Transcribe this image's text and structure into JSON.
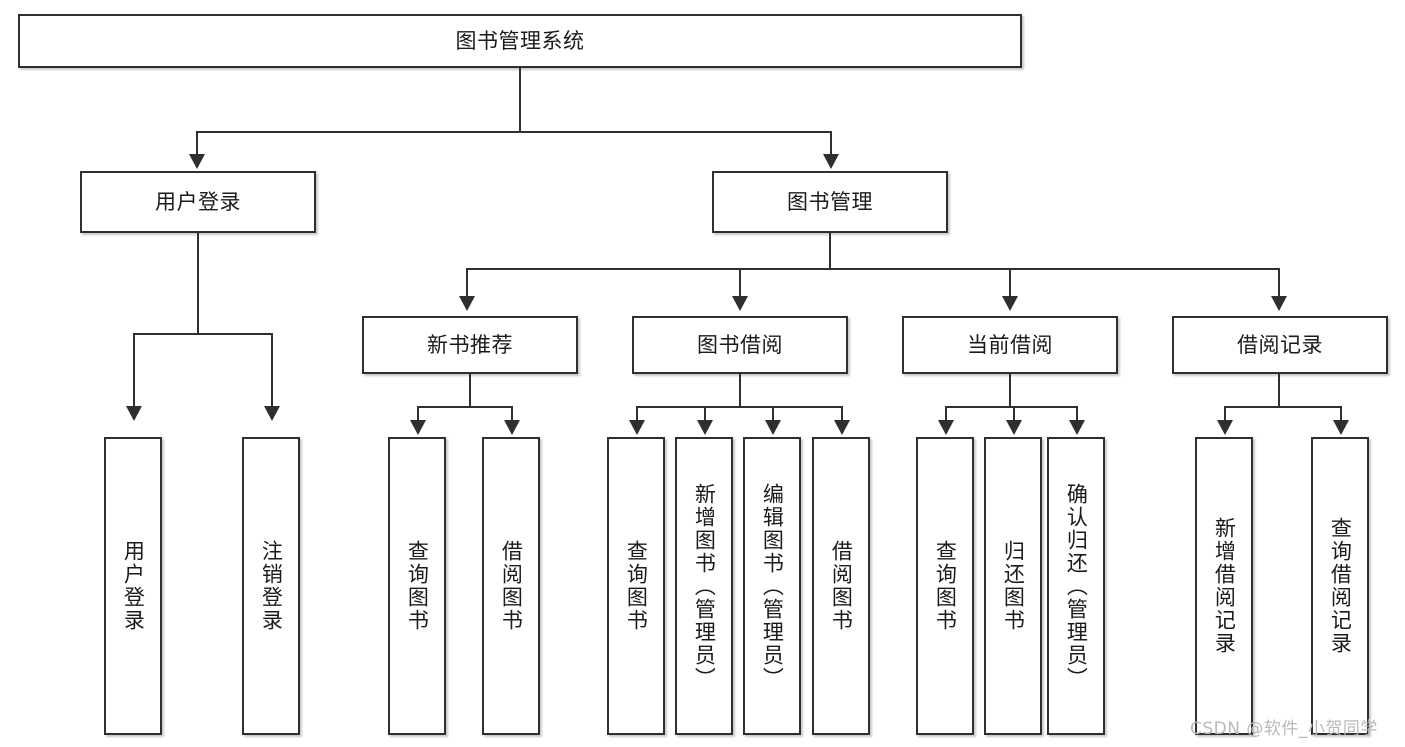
{
  "diagram": {
    "title": "图书管理系统",
    "type": "hierarchy-tree",
    "root": {
      "id": "root",
      "label": "图书管理系统"
    },
    "level2": [
      {
        "id": "user-login",
        "label": "用户登录"
      },
      {
        "id": "book-management",
        "label": "图书管理"
      }
    ],
    "level3": [
      {
        "id": "new-book-recommend",
        "label": "新书推荐",
        "parent": "book-management"
      },
      {
        "id": "book-borrow",
        "label": "图书借阅",
        "parent": "book-management"
      },
      {
        "id": "current-borrow",
        "label": "当前借阅",
        "parent": "book-management"
      },
      {
        "id": "borrow-record",
        "label": "借阅记录",
        "parent": "book-management"
      }
    ],
    "leaves": {
      "user_login": [
        {
          "id": "leaf-user-login",
          "label": "用户登录"
        },
        {
          "id": "leaf-logout-login",
          "label": "注销登录"
        }
      ],
      "new_book_recommend": [
        {
          "id": "leaf-query-book-1",
          "label": "查询图书"
        },
        {
          "id": "leaf-borrow-book-1",
          "label": "借阅图书"
        }
      ],
      "book_borrow": [
        {
          "id": "leaf-query-book-2",
          "label": "查询图书"
        },
        {
          "id": "leaf-add-book",
          "label": "新增图书（管理员）"
        },
        {
          "id": "leaf-edit-book",
          "label": "编辑图书（管理员）"
        },
        {
          "id": "leaf-borrow-book-2",
          "label": "借阅图书"
        }
      ],
      "current_borrow": [
        {
          "id": "leaf-query-book-3",
          "label": "查询图书"
        },
        {
          "id": "leaf-return-book",
          "label": "归还图书"
        },
        {
          "id": "leaf-confirm-return",
          "label": "确认归还（管理员）"
        }
      ],
      "borrow_record": [
        {
          "id": "leaf-add-record",
          "label": "新增借阅记录"
        },
        {
          "id": "leaf-query-record",
          "label": "查询借阅记录"
        }
      ]
    }
  },
  "watermark": {
    "text": "CSDN @软件_小贺同学"
  },
  "colors": {
    "border": "#2f2f2f",
    "text": "#1b1b1b",
    "background": "#ffffff",
    "watermark": "#b9b9b9"
  }
}
